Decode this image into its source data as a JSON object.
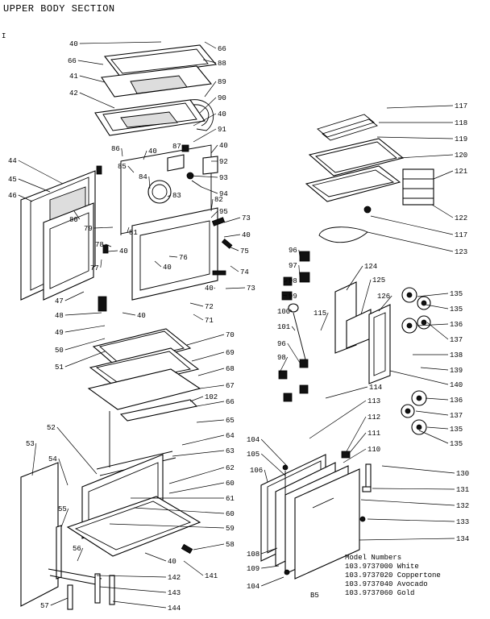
{
  "title": "UPPER BODY SECTION",
  "corner_mark": "I",
  "page_code": "B5",
  "models": {
    "heading": "Model Numbers",
    "lines": [
      "103.9737000 White",
      "103.9737020 Coppertone",
      "103.9737040 Avocado",
      "103.9737060 Gold"
    ]
  },
  "callouts": [
    {
      "label": "40"
    },
    {
      "label": "66"
    },
    {
      "label": "66"
    },
    {
      "label": "88"
    },
    {
      "label": "41"
    },
    {
      "label": "89"
    },
    {
      "label": "42"
    },
    {
      "label": "90"
    },
    {
      "label": "40"
    },
    {
      "label": "91"
    },
    {
      "label": "86"
    },
    {
      "label": "40"
    },
    {
      "label": "87"
    },
    {
      "label": "40"
    },
    {
      "label": "92"
    },
    {
      "label": "44"
    },
    {
      "label": "85"
    },
    {
      "label": "84"
    },
    {
      "label": "93"
    },
    {
      "label": "45"
    },
    {
      "label": "83"
    },
    {
      "label": "94"
    },
    {
      "label": "46"
    },
    {
      "label": "82"
    },
    {
      "label": "95"
    },
    {
      "label": "80"
    },
    {
      "label": "73"
    },
    {
      "label": "79"
    },
    {
      "label": "81"
    },
    {
      "label": "40"
    },
    {
      "label": "78"
    },
    {
      "label": "75"
    },
    {
      "label": "77"
    },
    {
      "label": "40"
    },
    {
      "label": "76"
    },
    {
      "label": "40"
    },
    {
      "label": "74"
    },
    {
      "label": "40"
    },
    {
      "label": "73"
    },
    {
      "label": "47"
    },
    {
      "label": "72"
    },
    {
      "label": "48"
    },
    {
      "label": "40"
    },
    {
      "label": "71"
    },
    {
      "label": "49"
    },
    {
      "label": "50"
    },
    {
      "label": "51"
    },
    {
      "label": "70"
    },
    {
      "label": "69"
    },
    {
      "label": "68"
    },
    {
      "label": "67"
    },
    {
      "label": "102"
    },
    {
      "label": "66"
    },
    {
      "label": "65"
    },
    {
      "label": "64"
    },
    {
      "label": "52"
    },
    {
      "label": "53"
    },
    {
      "label": "63"
    },
    {
      "label": "54"
    },
    {
      "label": "62"
    },
    {
      "label": "60"
    },
    {
      "label": "61"
    },
    {
      "label": "55"
    },
    {
      "label": "60"
    },
    {
      "label": "59"
    },
    {
      "label": "56"
    },
    {
      "label": "58"
    },
    {
      "label": "40"
    },
    {
      "label": "142"
    },
    {
      "label": "141"
    },
    {
      "label": "143"
    },
    {
      "label": "57"
    },
    {
      "label": "144"
    },
    {
      "label": "117"
    },
    {
      "label": "118"
    },
    {
      "label": "119"
    },
    {
      "label": "120"
    },
    {
      "label": "121"
    },
    {
      "label": "122"
    },
    {
      "label": "117"
    },
    {
      "label": "123"
    },
    {
      "label": "96"
    },
    {
      "label": "97"
    },
    {
      "label": "98"
    },
    {
      "label": "99"
    },
    {
      "label": "100"
    },
    {
      "label": "101"
    },
    {
      "label": "96"
    },
    {
      "label": "98"
    },
    {
      "label": "124"
    },
    {
      "label": "125"
    },
    {
      "label": "126"
    },
    {
      "label": "115"
    },
    {
      "label": "135"
    },
    {
      "label": "135"
    },
    {
      "label": "136"
    },
    {
      "label": "137"
    },
    {
      "label": "138"
    },
    {
      "label": "139"
    },
    {
      "label": "140"
    },
    {
      "label": "114"
    },
    {
      "label": "113"
    },
    {
      "label": "136"
    },
    {
      "label": "137"
    },
    {
      "label": "112"
    },
    {
      "label": "135"
    },
    {
      "label": "135"
    },
    {
      "label": "104"
    },
    {
      "label": "111"
    },
    {
      "label": "105"
    },
    {
      "label": "110"
    },
    {
      "label": "106"
    },
    {
      "label": "130"
    },
    {
      "label": "131"
    },
    {
      "label": "132"
    },
    {
      "label": "133"
    },
    {
      "label": "134"
    },
    {
      "label": "108"
    },
    {
      "label": "109"
    },
    {
      "label": "104"
    }
  ]
}
